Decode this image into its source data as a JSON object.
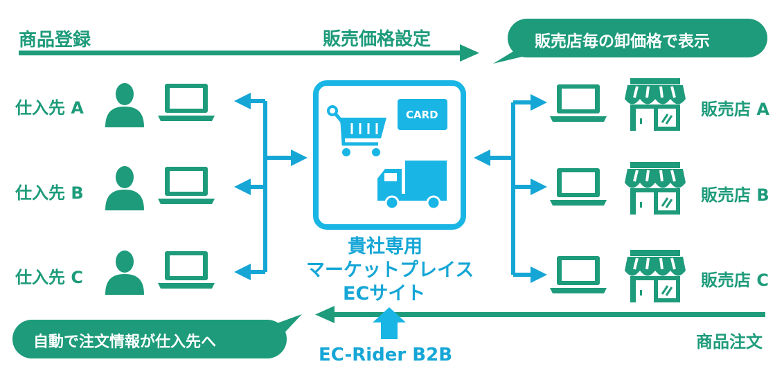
{
  "colors": {
    "green": "#1d9b7a",
    "blue": "#15a6d6",
    "blue_light": "#19b5e4",
    "white": "#ffffff"
  },
  "top": {
    "product_registration": "商品登録",
    "price_setting": "販売価格設定",
    "wholesale_bubble": "販売店毎の卸価格で表示"
  },
  "suppliers": [
    {
      "label": "仕入先 A",
      "icons": [
        "person-icon",
        "laptop-icon"
      ]
    },
    {
      "label": "仕入先 B",
      "icons": [
        "person-icon",
        "laptop-icon"
      ]
    },
    {
      "label": "仕入先 C",
      "icons": [
        "person-icon",
        "laptop-icon"
      ]
    }
  ],
  "stores": [
    {
      "label": "販売店 A",
      "icons": [
        "laptop-icon",
        "storefront-icon"
      ]
    },
    {
      "label": "販売店 B",
      "icons": [
        "laptop-icon",
        "storefront-icon"
      ]
    },
    {
      "label": "販売店 C",
      "icons": [
        "laptop-icon",
        "storefront-icon"
      ]
    }
  ],
  "center": {
    "card_label": "CARD",
    "title_line1": "貴社専用",
    "title_line2": "マーケットプレイス",
    "title_line3": "ECサイト",
    "icons": [
      "shopping-cart-icon",
      "credit-card-icon",
      "delivery-truck-icon"
    ]
  },
  "bottom": {
    "auto_order_bubble": "自動で注文情報が仕入先へ",
    "product_order": "商品注文",
    "product_name": "EC-Rider B2B"
  }
}
